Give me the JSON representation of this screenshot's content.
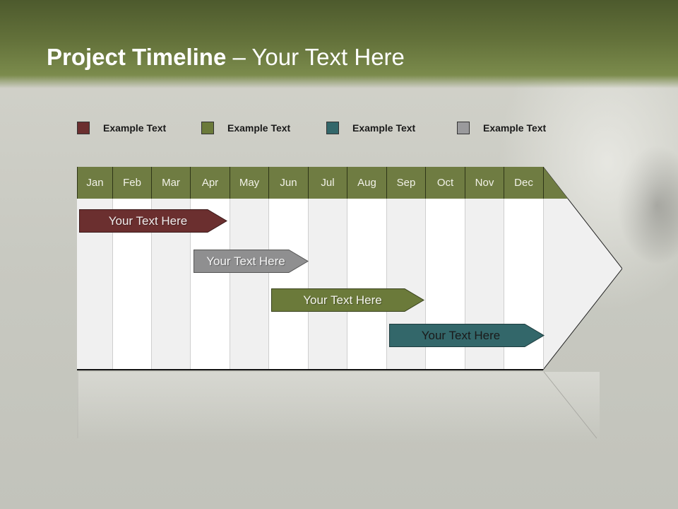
{
  "header": {
    "title_bold": "Project Timeline",
    "title_rest": " – Your Text Here"
  },
  "legend": [
    {
      "label": "Example Text",
      "color": "#6b2f2f"
    },
    {
      "label": "Example Text",
      "color": "#6b7a3a"
    },
    {
      "label": "Example Text",
      "color": "#33676a"
    },
    {
      "label": "Example Text",
      "color": "#9a9a9c"
    }
  ],
  "timeline": {
    "header_color": "#6f7c42",
    "months": [
      "Jan",
      "Feb",
      "Mar",
      "Apr",
      "May",
      "Jun",
      "Jul",
      "Aug",
      "Sep",
      "Oct",
      "Nov",
      "Dec"
    ],
    "bars": [
      {
        "label": "Your  Text Here",
        "color": "#6b2f2f",
        "text_color": "#f0ecec",
        "start_month": "Jan",
        "end_month": "Apr"
      },
      {
        "label": "Your  Text Here",
        "color": "#8f8f90",
        "text_color": "#f4f4f4",
        "start_month": "Apr",
        "end_month": "Jun"
      },
      {
        "label": "Your  Text Here",
        "color": "#6b7a3a",
        "text_color": "#f4f4ec",
        "start_month": "Jun",
        "end_month": "Sep"
      },
      {
        "label": "Your  Text Here",
        "color": "#33676a",
        "text_color": "#1a1a1a",
        "start_month": "Sep",
        "end_month": "Dec"
      }
    ]
  }
}
